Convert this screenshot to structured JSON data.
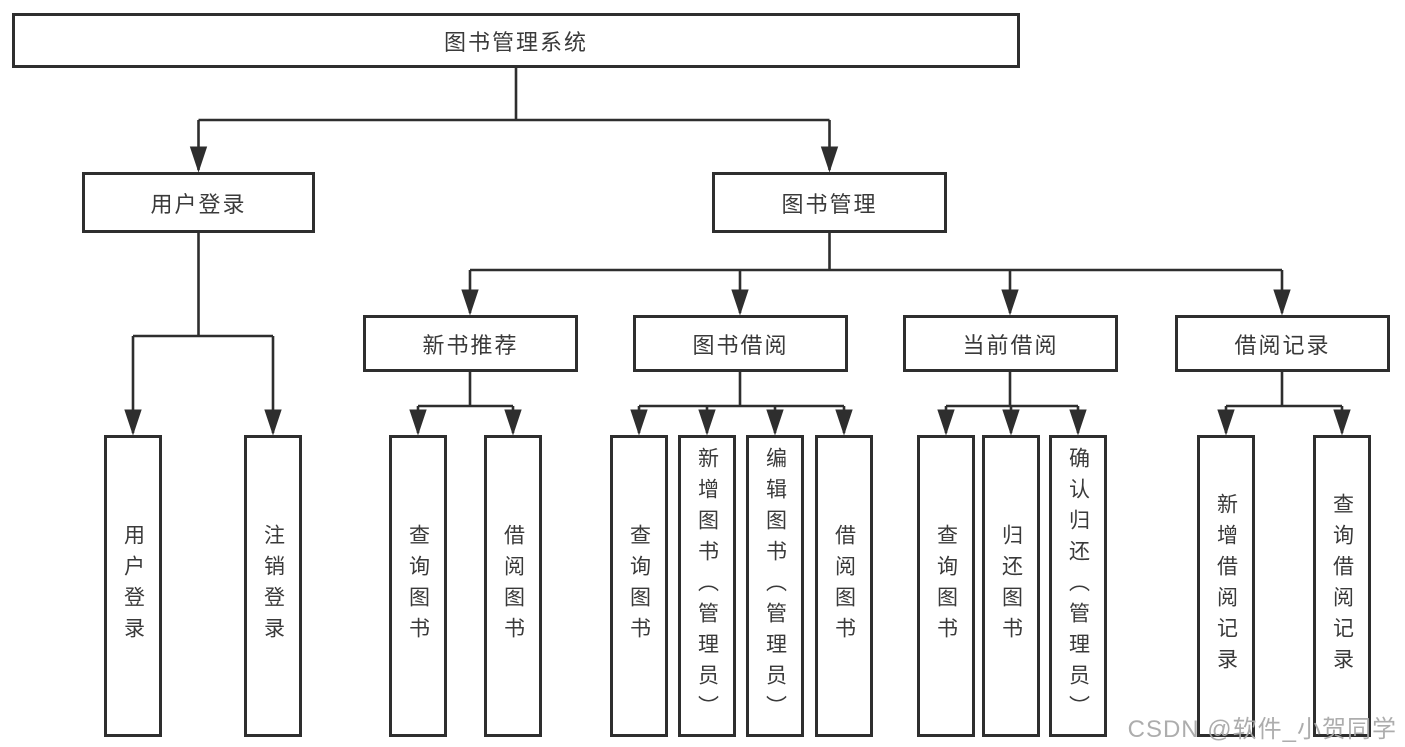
{
  "diagram": {
    "title": "图书管理系统",
    "level2": [
      {
        "label": "用户登录"
      },
      {
        "label": "图书管理"
      }
    ],
    "level3": [
      {
        "label": "新书推荐"
      },
      {
        "label": "图书借阅"
      },
      {
        "label": "当前借阅"
      },
      {
        "label": "借阅记录"
      }
    ],
    "leaves": [
      {
        "label": "用户登录"
      },
      {
        "label": "注销登录"
      },
      {
        "label": "查询图书"
      },
      {
        "label": "借阅图书"
      },
      {
        "label": "查询图书"
      },
      {
        "label": "新增图书（管理员）"
      },
      {
        "label": "编辑图书（管理员）"
      },
      {
        "label": "借阅图书"
      },
      {
        "label": "查询图书"
      },
      {
        "label": "归还图书"
      },
      {
        "label": "确认归还（管理员）"
      },
      {
        "label": "新增借阅记录"
      },
      {
        "label": "查询借阅记录"
      }
    ],
    "watermark": "CSDN @软件_小贺同学",
    "colors": {
      "line": "#2e2e2e",
      "box_border": "#2e2e2e",
      "text": "#3a3a3a",
      "background": "#ffffff",
      "watermark": "#a9a9a9"
    }
  }
}
